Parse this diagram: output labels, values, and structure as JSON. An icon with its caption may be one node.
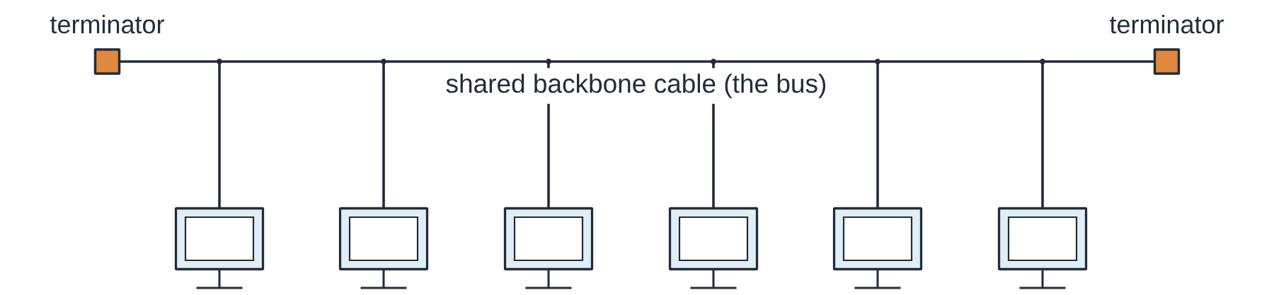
{
  "diagram": {
    "nodes": [
      {
        "text": [
          "terminator"
        ]
      },
      {
        "text": [],
        "shape": "circle"
      },
      {
        "text": [],
        "shape": "circle"
      },
      {
        "text": [],
        "shape": "circle"
      },
      {
        "text": [],
        "shape": "circle"
      },
      {
        "text": [],
        "shape": "circle"
      },
      {
        "text": [],
        "shape": "circle"
      },
      {
        "text": [
          "terminator"
        ]
      },
      {
        "text": [],
        "shape": "monitor"
      },
      {
        "text": [],
        "shape": "monitor"
      },
      {
        "text": [],
        "shape": "monitor"
      },
      {
        "text": [],
        "shape": "monitor"
      },
      {
        "text": [],
        "shape": "monitor"
      },
      {
        "text": [],
        "shape": "monitor"
      }
    ],
    "edges": [
      {
        "from": 0,
        "to": 1,
        "arrow": "none"
      },
      {
        "from": 1,
        "to": 2,
        "arrow": "none"
      },
      {
        "from": 2,
        "to": 3,
        "arrow": "none"
      },
      {
        "from": 3,
        "to": 4,
        "arrow": "none"
      },
      {
        "from": 4,
        "to": 5,
        "arrow": "none"
      },
      {
        "from": 5,
        "to": 6,
        "arrow": "none"
      },
      {
        "from": 6,
        "to": 7,
        "arrow": "none"
      },
      {
        "from": 1,
        "to": 8,
        "arrow": "none"
      },
      {
        "from": 2,
        "to": 9,
        "arrow": "none"
      },
      {
        "from": 3,
        "to": 10,
        "arrow": "none"
      },
      {
        "from": 4,
        "to": 11,
        "arrow": "none"
      },
      {
        "from": 5,
        "to": 12,
        "arrow": "none"
      },
      {
        "from": 6,
        "to": 13,
        "arrow": "none"
      }
    ],
    "labels": [
      "shared backbone cable (the bus)"
    ]
  }
}
